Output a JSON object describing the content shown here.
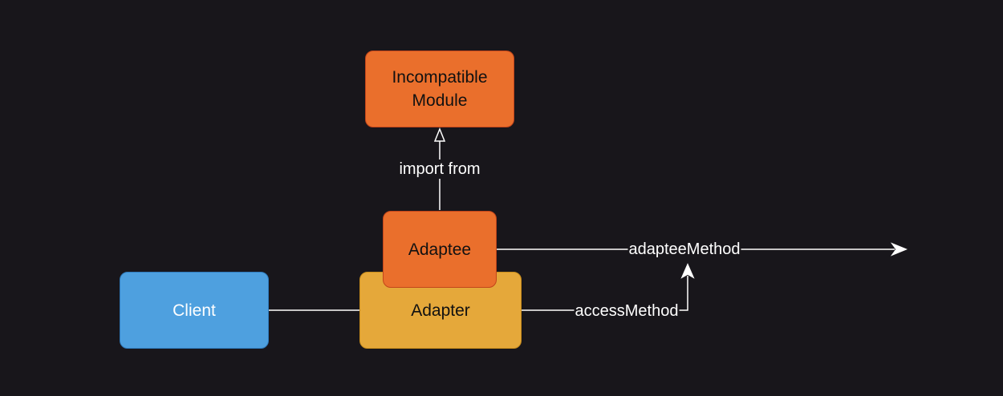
{
  "diagram": {
    "nodes": {
      "incompatible_module": {
        "label": "Incompatible\nModule",
        "fill": "#ea6f2c",
        "stroke": "#c2451a",
        "text_color": "#111111"
      },
      "adaptee": {
        "label": "Adaptee",
        "fill": "#ea6f2c",
        "stroke": "#c2451a",
        "text_color": "#111111"
      },
      "adapter": {
        "label": "Adapter",
        "fill": "#e5a83a",
        "stroke": "#c98d1c",
        "text_color": "#111111"
      },
      "client": {
        "label": "Client",
        "fill": "#4ea0df",
        "stroke": "#2f7bbd",
        "text_color": "#ffffff"
      }
    },
    "edges": {
      "import_from": "import from",
      "adaptee_method": "adapteeMethod",
      "access_method": "accessMethod"
    },
    "line_color": "#ffffff",
    "background": "#18161b"
  }
}
